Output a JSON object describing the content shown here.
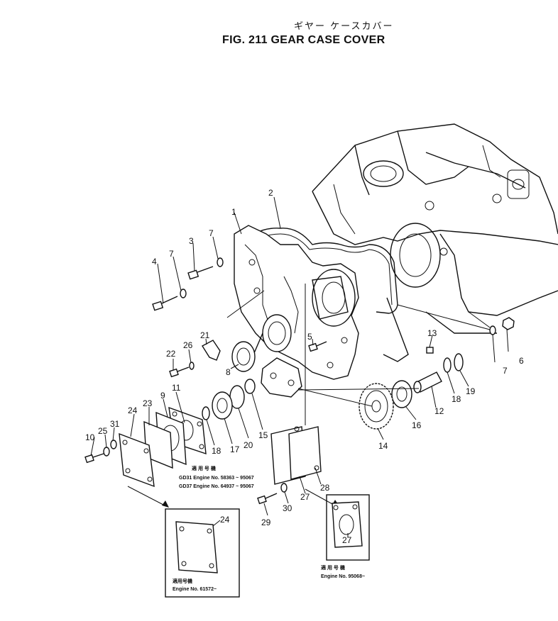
{
  "header": {
    "title_jp": "ギヤー ケースカバー",
    "title_en": "FIG. 211  GEAR CASE COVER"
  },
  "callouts": {
    "n1": "1",
    "n2": "2",
    "n3": "3",
    "n4": "4",
    "n5": "5",
    "n6": "6",
    "n7a": "7",
    "n7b": "7",
    "n7c": "7",
    "n8": "8",
    "n9": "9",
    "n10": "10",
    "n11": "11",
    "n12": "12",
    "n13": "13",
    "n14": "14",
    "n15": "15",
    "n16": "16",
    "n17": "17",
    "n18a": "18",
    "n18b": "18",
    "n19": "19",
    "n20": "20",
    "n21": "21",
    "n22": "22",
    "n23": "23",
    "n24a": "24",
    "n24b": "24",
    "n25": "25",
    "n26": "26",
    "n27a": "27",
    "n27b": "27",
    "n28": "28",
    "n29": "29",
    "n30": "30",
    "n31": "31"
  },
  "notes": {
    "main_applicable": "適 用 号 機",
    "main_line1": "GD31 Engine No. 58363 ~ 95067",
    "main_line2": "GD37 Engine No. 64937 ~ 95067",
    "inset1_applicable": "適用号機",
    "inset1_engine": "Engine No. 61572~",
    "inset2_applicable": "適 用 号 機",
    "inset2_engine": "Engine No. 95068~"
  }
}
